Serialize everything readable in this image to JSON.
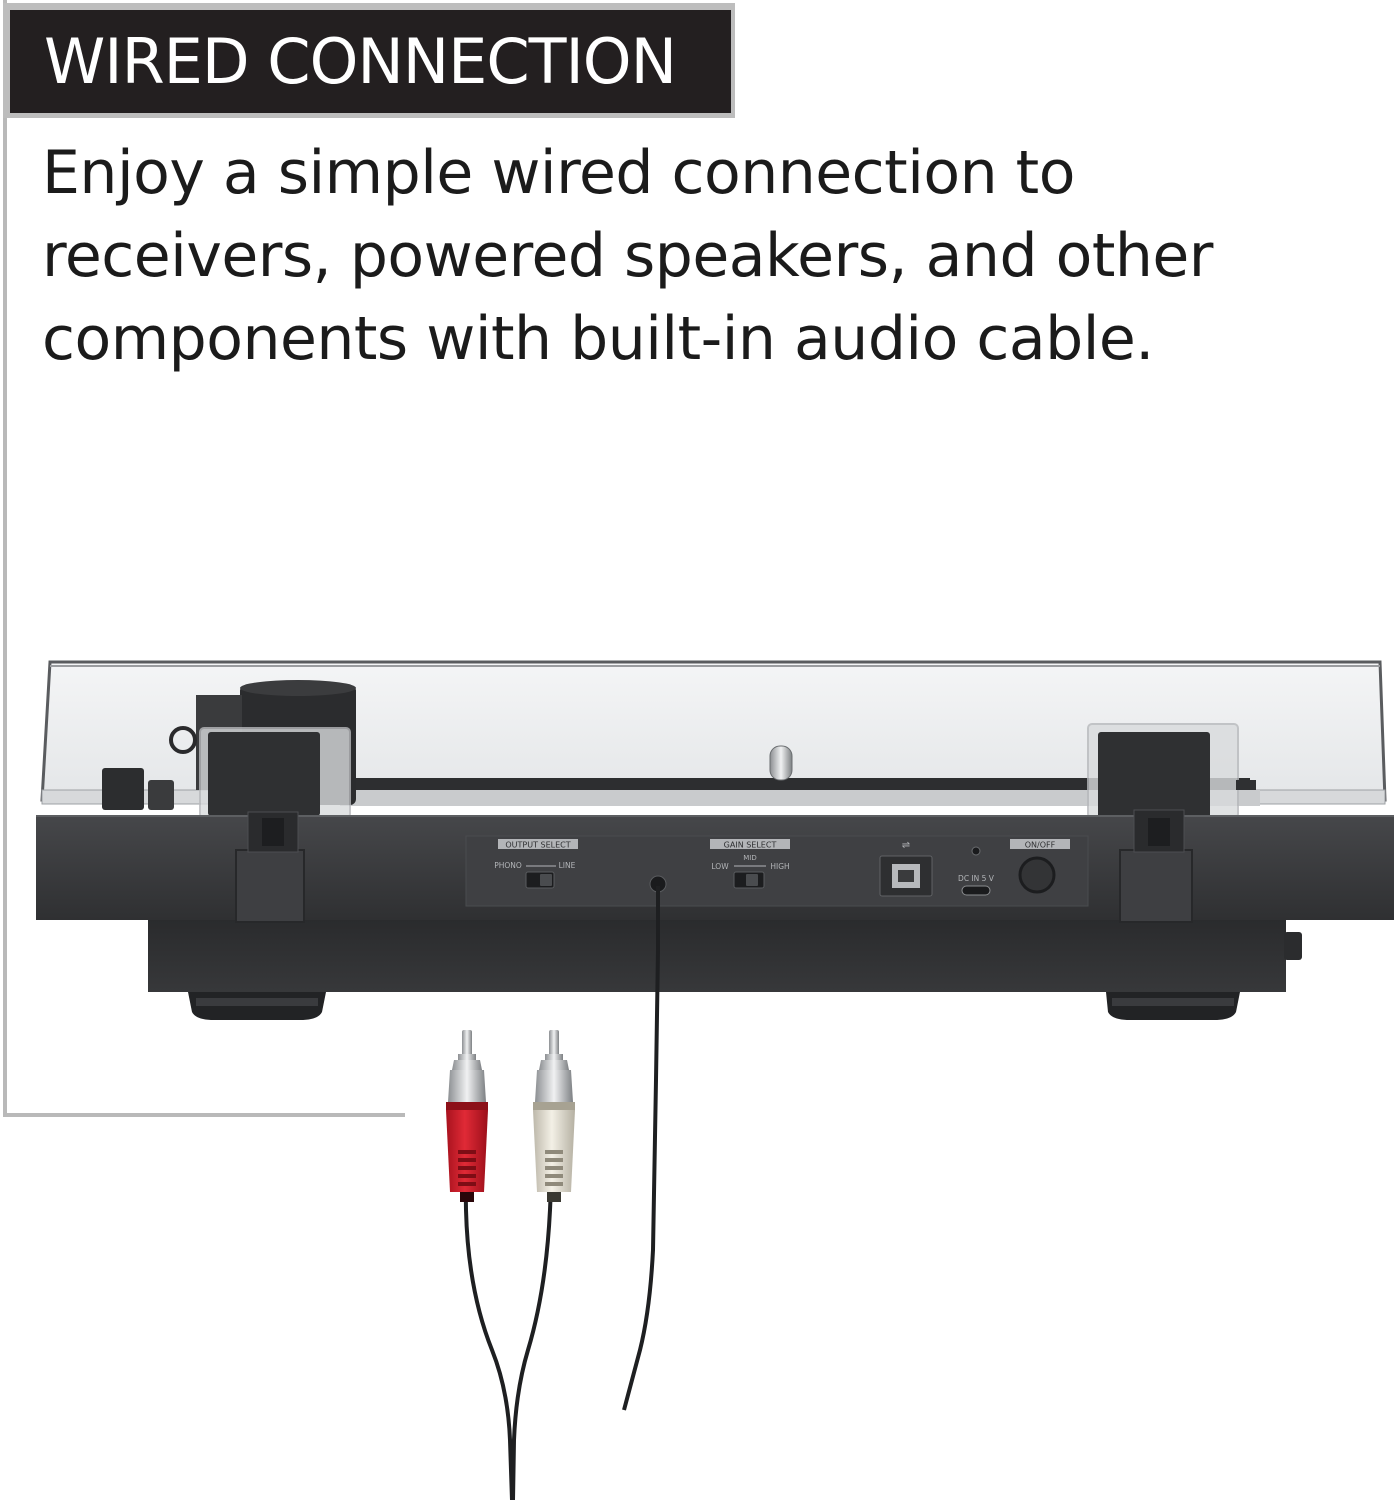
{
  "header": {
    "title": "WIRED CONNECTION"
  },
  "description": {
    "lines": [
      "Enjoy a simple wired connection to",
      "receivers, powered speakers, and other",
      "components with built-in audio cable."
    ]
  },
  "panel_labels": {
    "output_select": "OUTPUT SELECT",
    "phono": "PHONO",
    "line": "LINE",
    "gain_select": "GAIN SELECT",
    "mid": "MID",
    "low": "LOW",
    "high": "HIGH",
    "dc_in": "DC IN 5 V",
    "power": "ON/OFF"
  },
  "colors": {
    "title_bg": "#231f20",
    "frame": "#b9b9b9",
    "rca_left": "#d0202e",
    "rca_right": "#e6e2d6",
    "body": "#3a3b3d"
  }
}
